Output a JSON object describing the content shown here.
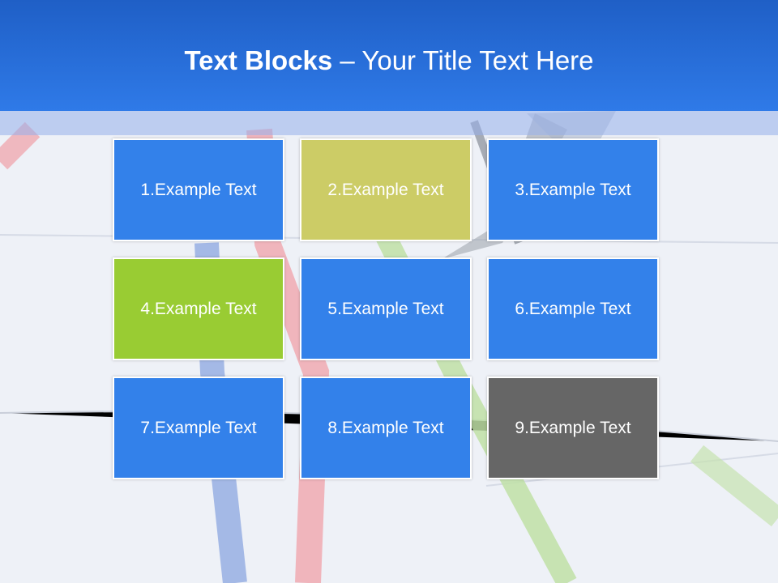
{
  "slide": {
    "title_bold": "Text Blocks",
    "title_dash": " – ",
    "title_rest": "Your Title Text Here"
  },
  "blocks": [
    {
      "label": "1.Example Text",
      "color": "#3381ea"
    },
    {
      "label": "2.Example Text",
      "color": "#cccc66"
    },
    {
      "label": "3.Example Text",
      "color": "#3381ea"
    },
    {
      "label": "4.Example Text",
      "color": "#99cc33"
    },
    {
      "label": "5.Example Text",
      "color": "#3381ea"
    },
    {
      "label": "6.Example Text",
      "color": "#3381ea"
    },
    {
      "label": "7.Example Text",
      "color": "#3381ea"
    },
    {
      "label": "8.Example Text",
      "color": "#3381ea"
    },
    {
      "label": "9.Example Text",
      "color": "#666666"
    }
  ],
  "colors": {
    "header": "#2a6fdc",
    "text": "#ffffff"
  }
}
